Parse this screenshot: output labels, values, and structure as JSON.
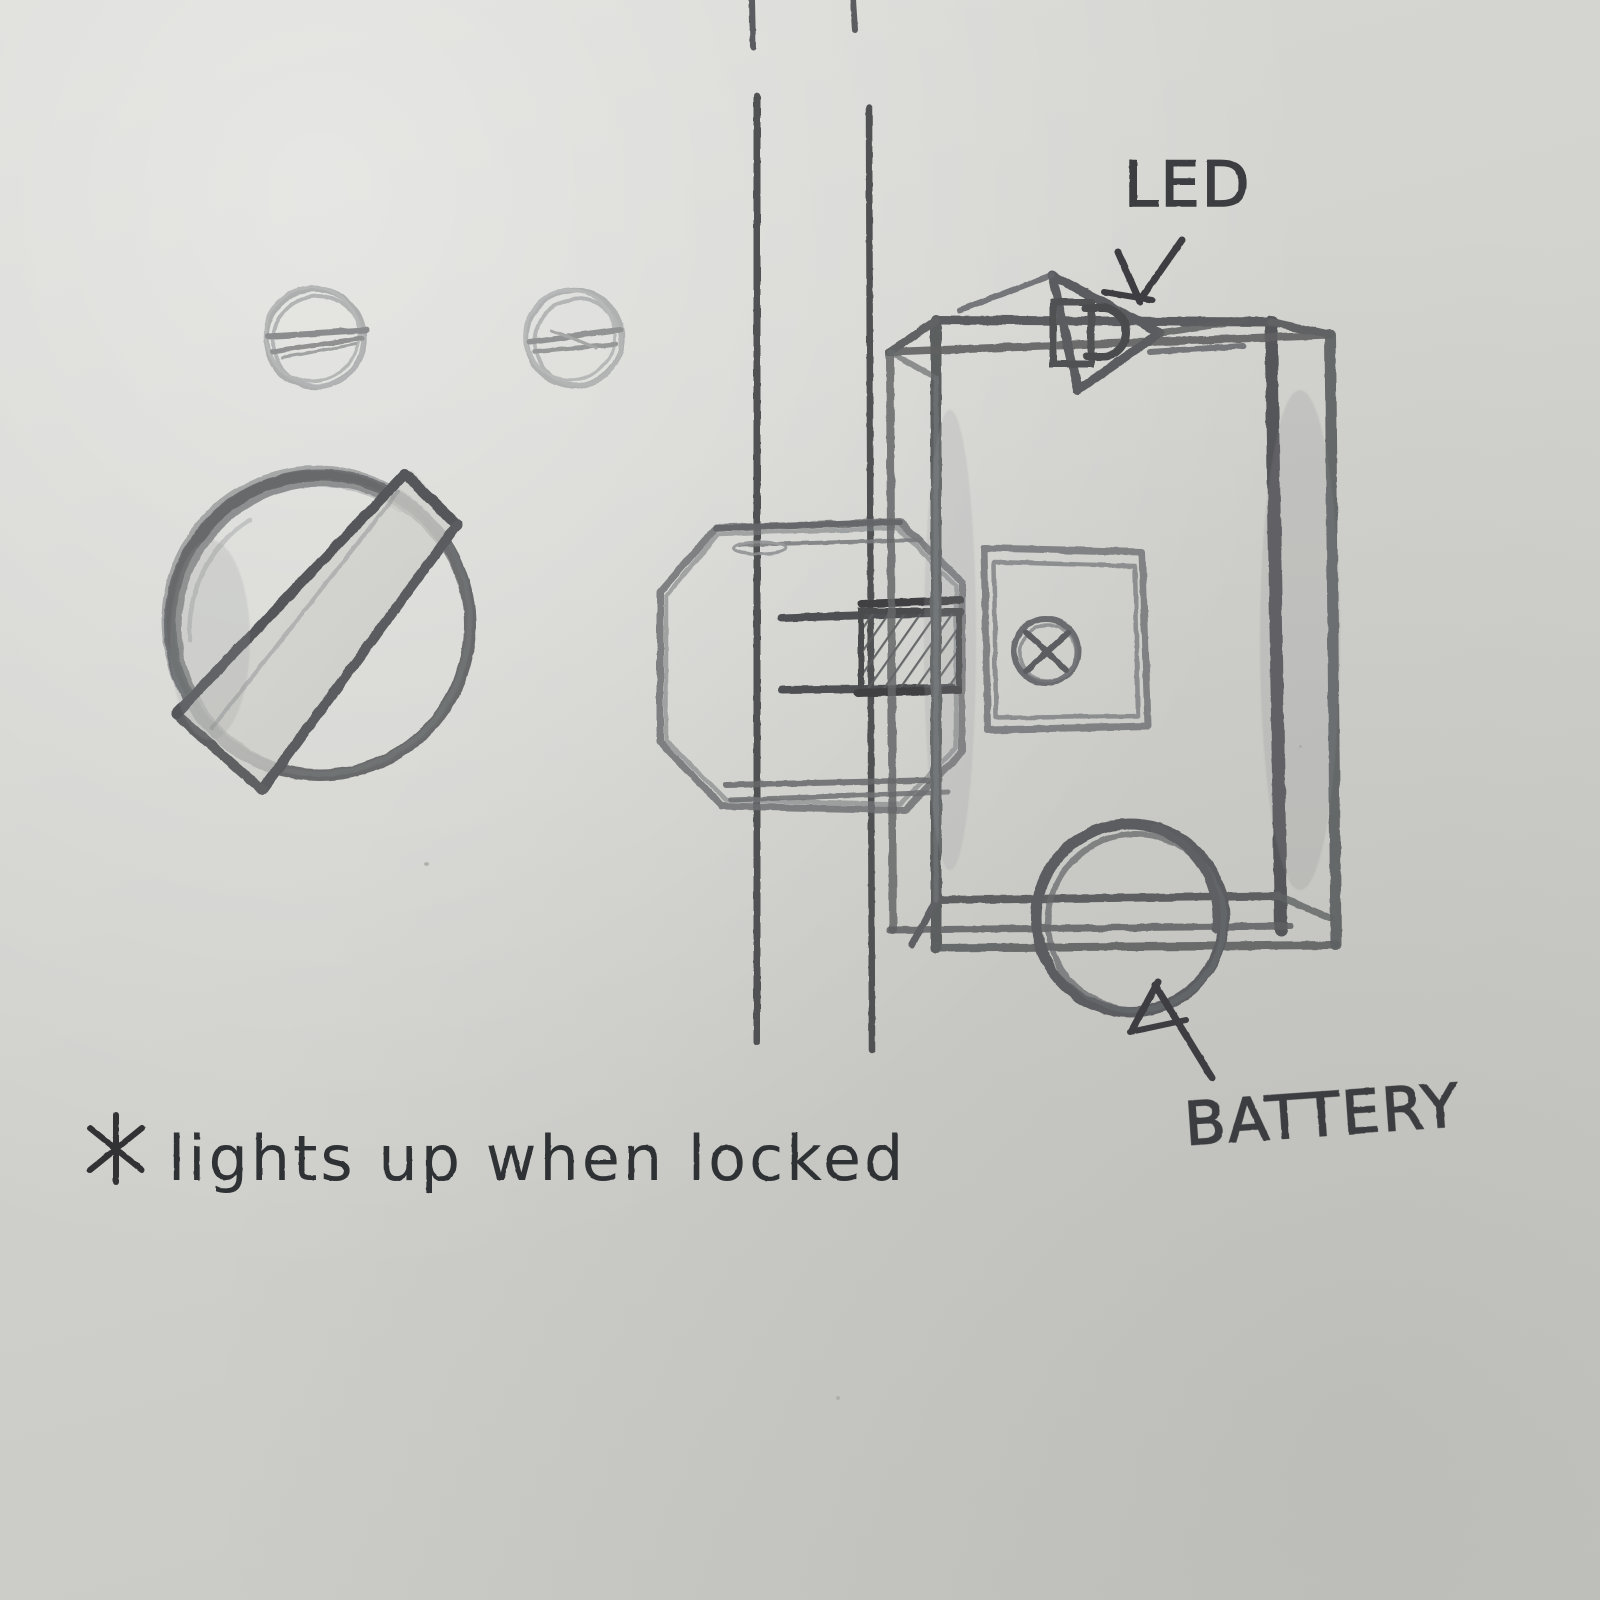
{
  "sheet": {
    "medium": "pencil sketch on gray paper",
    "paper_color": "#cfcfcb",
    "pencil_color": "#5f6163",
    "pencil_light_color": "#9a9c9c",
    "ink_color": "#3a3c40"
  },
  "labels": {
    "led": "LED",
    "battery": "BATTERY",
    "footnote_marker": "✻",
    "footnote": "lights up when locked"
  },
  "annotations": [
    {
      "name": "led-callout",
      "text": "LED",
      "arrow": "down-left"
    },
    {
      "name": "battery-callout",
      "text": "BATTERY",
      "arrow": "up-left"
    }
  ],
  "components": {
    "thumbturn": {
      "name": "thumb-turn knob",
      "shape": "circle with diagonal bar"
    },
    "screw_top_left": {
      "name": "slotted screw",
      "shape": "faint circle with slot"
    },
    "screw_top_right": {
      "name": "slotted screw",
      "shape": "faint circle with slot"
    },
    "door_gap": {
      "name": "door jamb gap",
      "shape": "two vertical lines"
    },
    "strike_housing": {
      "name": "octagonal bolt housing",
      "shape": "octagon"
    },
    "deadbolt": {
      "name": "deadbolt",
      "shape": "hatched rectangle"
    },
    "lock_body": {
      "name": "lock body box",
      "shape": "3d rectangular prism"
    },
    "body_plate": {
      "name": "cover plate",
      "shape": "square with phillips screw"
    },
    "phillips_screw": {
      "name": "phillips screw",
      "shape": "circle with X"
    },
    "led_emitter": {
      "name": "LED emitter",
      "shape": "triangle with D-shaped lens"
    },
    "battery_cell": {
      "name": "coin cell battery",
      "shape": "circle"
    }
  }
}
